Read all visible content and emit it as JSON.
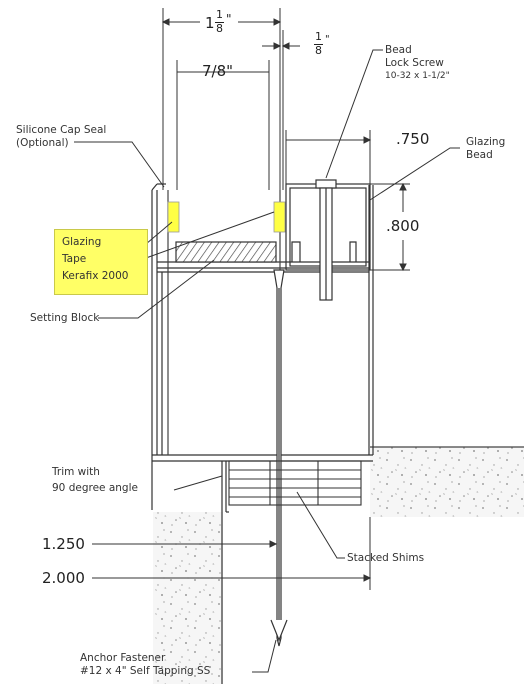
{
  "dimensions": {
    "top_whole": "1",
    "top_num": "1",
    "top_den": "8",
    "top_inch": "\"",
    "gap_num": "1",
    "gap_den": "8",
    "gap_inch": "\"",
    "glass": "7/8\"",
    "bead_width": ".750",
    "bead_height": ".800",
    "shim_offset": "1.250",
    "overall": "2.000"
  },
  "labels": {
    "bead_screw": [
      "Bead",
      "Lock Screw",
      "10-32 x 1-1/2\""
    ],
    "cap_seal": [
      "Silicone Cap Seal",
      "(Optional)"
    ],
    "glazing_bead": [
      "Glazing",
      "Bead"
    ],
    "glazing_tape": [
      "Glazing",
      "Tape",
      "Kerafix 2000"
    ],
    "setting_block": "Setting Block",
    "trim": [
      "Trim with",
      "90 degree angle"
    ],
    "stacked_shims": "Stacked Shims",
    "anchor": [
      "Anchor Fastener",
      "#12 x 4\" Self Tapping SS"
    ]
  },
  "colors": {
    "highlight": "#ffff66",
    "line": "#333333"
  }
}
